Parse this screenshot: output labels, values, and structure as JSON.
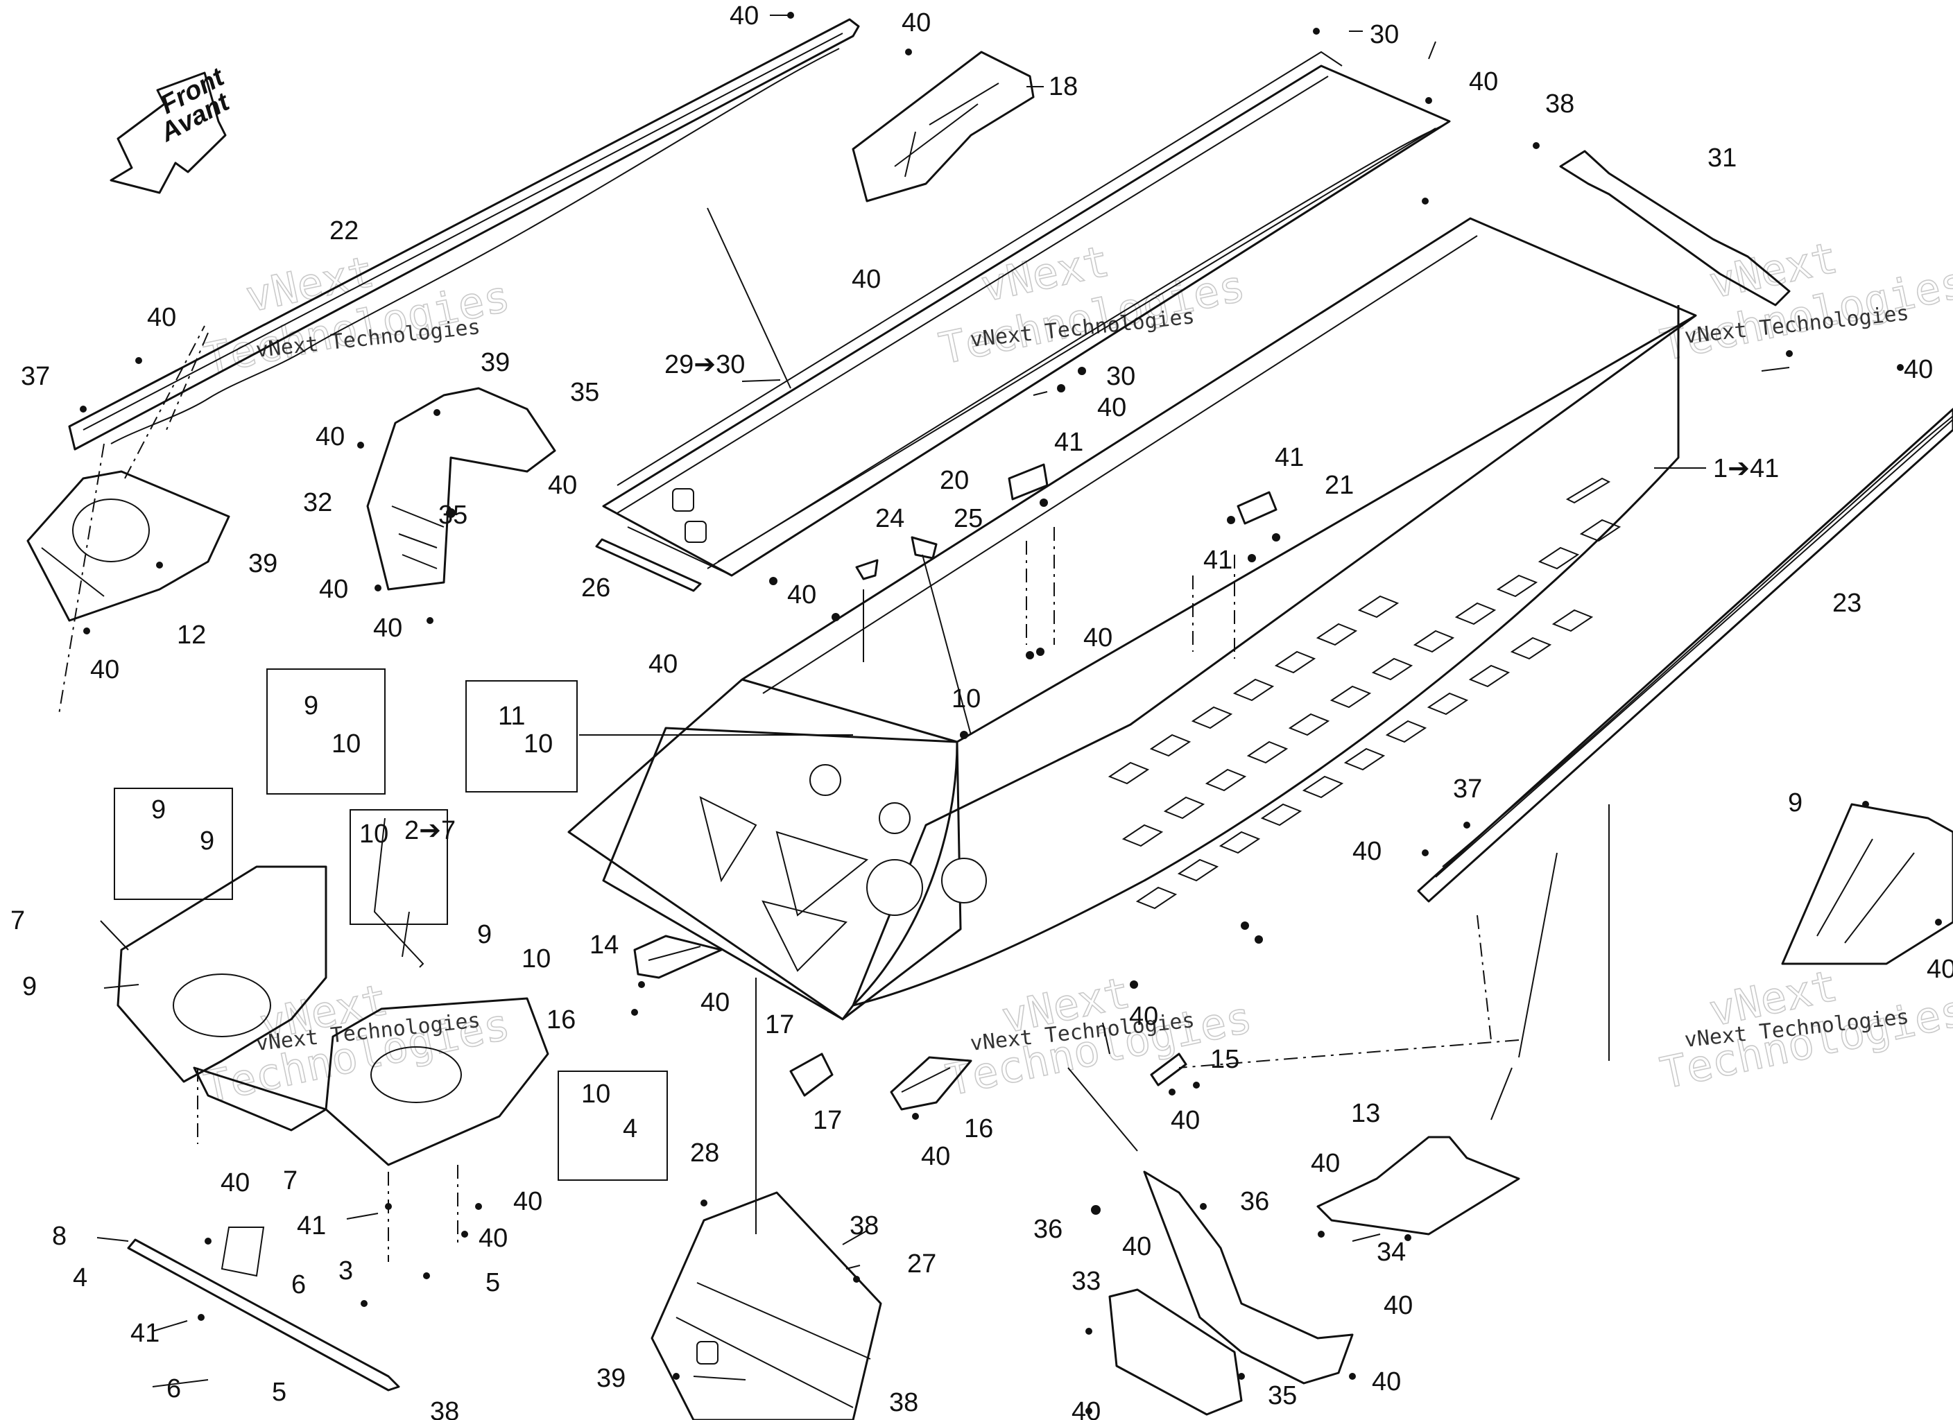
{
  "front_arrow": {
    "line1": "Front",
    "line2": "Avant"
  },
  "watermark": {
    "line1": "vNext",
    "line2": "Technologies",
    "small": "vNext Technologies"
  },
  "callouts": [
    "40",
    "18",
    "40",
    "30",
    "40",
    "38",
    "31",
    "22",
    "40",
    "37",
    "40",
    "39",
    "35",
    "29➔30",
    "40",
    "30",
    "40",
    "40",
    "32",
    "35",
    "20",
    "41",
    "41",
    "21",
    "12",
    "39",
    "40",
    "40",
    "40",
    "24",
    "25",
    "26",
    "40",
    "41",
    "1➔41",
    "40",
    "23",
    "40",
    "9",
    "10",
    "11",
    "10",
    "40",
    "10",
    "9",
    "9",
    "10",
    "2➔7",
    "7",
    "9",
    "9",
    "10",
    "16",
    "14",
    "40",
    "17",
    "17",
    "15",
    "16",
    "40",
    "40",
    "40",
    "37",
    "40",
    "9",
    "10",
    "4",
    "40",
    "7",
    "41",
    "40",
    "40",
    "3",
    "8",
    "6",
    "4",
    "5",
    "41",
    "6",
    "5",
    "38",
    "28",
    "38",
    "27",
    "38",
    "39",
    "13",
    "40",
    "34",
    "36",
    "36",
    "40",
    "33",
    "40",
    "35",
    "40",
    "40",
    "40"
  ]
}
